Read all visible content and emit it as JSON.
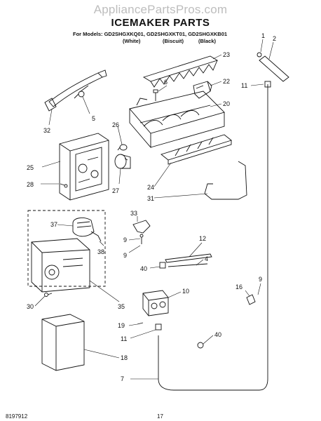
{
  "watermark": "AppliancePartsPros.com",
  "title": "ICEMAKER PARTS",
  "models_line": "For Models: GD2SHGXKQ01, GD2SHGXKT01, GD2SHGXKB01",
  "colors": [
    "(White)",
    "(Biscuit)",
    "(Black)"
  ],
  "footer": {
    "doc_number": "8197912",
    "page": "17"
  },
  "callouts": {
    "p1": "1",
    "p2": "2",
    "p23": "23",
    "p6": "6",
    "p22": "22",
    "p11a": "11",
    "p20": "20",
    "p32": "32",
    "p5": "5",
    "p26": "26",
    "p25": "25",
    "p28": "28",
    "p27": "27",
    "p24": "24",
    "p31": "31",
    "p33": "33",
    "p37": "37",
    "p12": "12",
    "p9a": "9",
    "p9b": "9",
    "p38": "38",
    "p4": "4",
    "p40a": "40",
    "p9c": "9",
    "p16": "16",
    "p10": "10",
    "p30": "30",
    "p35": "35",
    "p19": "19",
    "p11b": "11",
    "p40b": "40",
    "p18": "18",
    "p7": "7"
  },
  "line_color": "#111111",
  "watermark_color": "#bdbdbd"
}
